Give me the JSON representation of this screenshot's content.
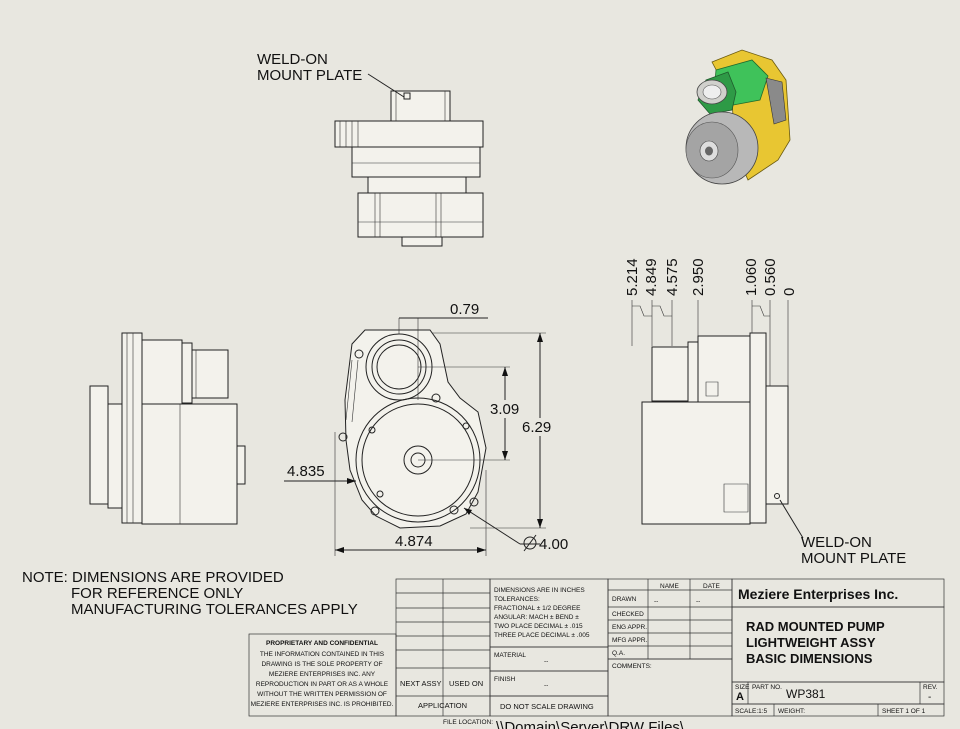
{
  "callouts": {
    "top_mount_line1": "WELD-ON",
    "top_mount_line2": "MOUNT PLATE",
    "right_mount_line1": "WELD-ON",
    "right_mount_line2": "MOUNT PLATE"
  },
  "dimensions": {
    "front_offset": "0.79",
    "front_height_inner": "3.09",
    "front_height": "6.29",
    "front_left": "4.835",
    "front_width": "4.874",
    "front_diameter": "4.00",
    "side": [
      "5.214",
      "4.849",
      "4.575",
      "2.950",
      "1.060",
      "0.560",
      "0"
    ]
  },
  "note": {
    "line1": "NOTE: DIMENSIONS ARE PROVIDED",
    "line2": "FOR REFERENCE ONLY",
    "line3": "MANUFACTURING TOLERANCES APPLY"
  },
  "proprietary": {
    "title": "PROPRIETARY AND CONFIDENTIAL",
    "lines": [
      "THE INFORMATION CONTAINED IN THIS",
      "DRAWING IS THE SOLE PROPERTY OF",
      "MEZIERE ENTERPRISES INC. ANY",
      "REPRODUCTION IN PART OR AS A WHOLE",
      "WITHOUT THE WRITTEN PERMISSION OF",
      "MEZIERE ENTERPRISES INC. IS PROHIBITED."
    ]
  },
  "title_block": {
    "tolerances": [
      "DIMENSIONS ARE IN INCHES",
      "TOLERANCES:",
      "FRACTIONAL ±  1/2 DEGREE",
      "ANGULAR: MACH ±    BEND ±",
      "TWO PLACE DECIMAL    ± .015",
      "THREE PLACE DECIMAL  ± .005"
    ],
    "name_col": "NAME",
    "date_col": "DATE",
    "drawn": "DRAWN",
    "drawn_name": "--",
    "drawn_date": "--",
    "checked": "CHECKED",
    "eng_appr": "ENG APPR.",
    "mfg_appr": "MFG APPR.",
    "qa": "Q.A.",
    "comments": "COMMENTS:",
    "material": "MATERIAL",
    "material_value": "--",
    "finish": "FINISH",
    "finish_value": "--",
    "next_assy": "NEXT ASSY",
    "used_on": "USED ON",
    "application": "APPLICATION",
    "do_not_scale": "DO NOT SCALE DRAWING",
    "company": "Meziere Enterprises Inc.",
    "title_line1": "RAD MOUNTED PUMP",
    "title_line2": "LIGHTWEIGHT ASSY",
    "title_line3": "BASIC DIMENSIONS",
    "size_label": "SIZE",
    "size_value": "A",
    "part_no_label": "PART  NO.",
    "part_no": "WP381",
    "rev_label": "REV.",
    "rev_value": "-",
    "scale": "SCALE:1:5",
    "weight": "WEIGHT:",
    "sheet": "SHEET 1 OF 1",
    "file_location_label": "FILE LOCATION:",
    "file_location": "\\\\Domain\\Server\\DRW Files\\"
  },
  "colors": {
    "sheet": "#e8e7e0",
    "iso_green": "#3fc25a",
    "iso_yellow": "#e8c632",
    "iso_grey": "#b8b8b8"
  }
}
